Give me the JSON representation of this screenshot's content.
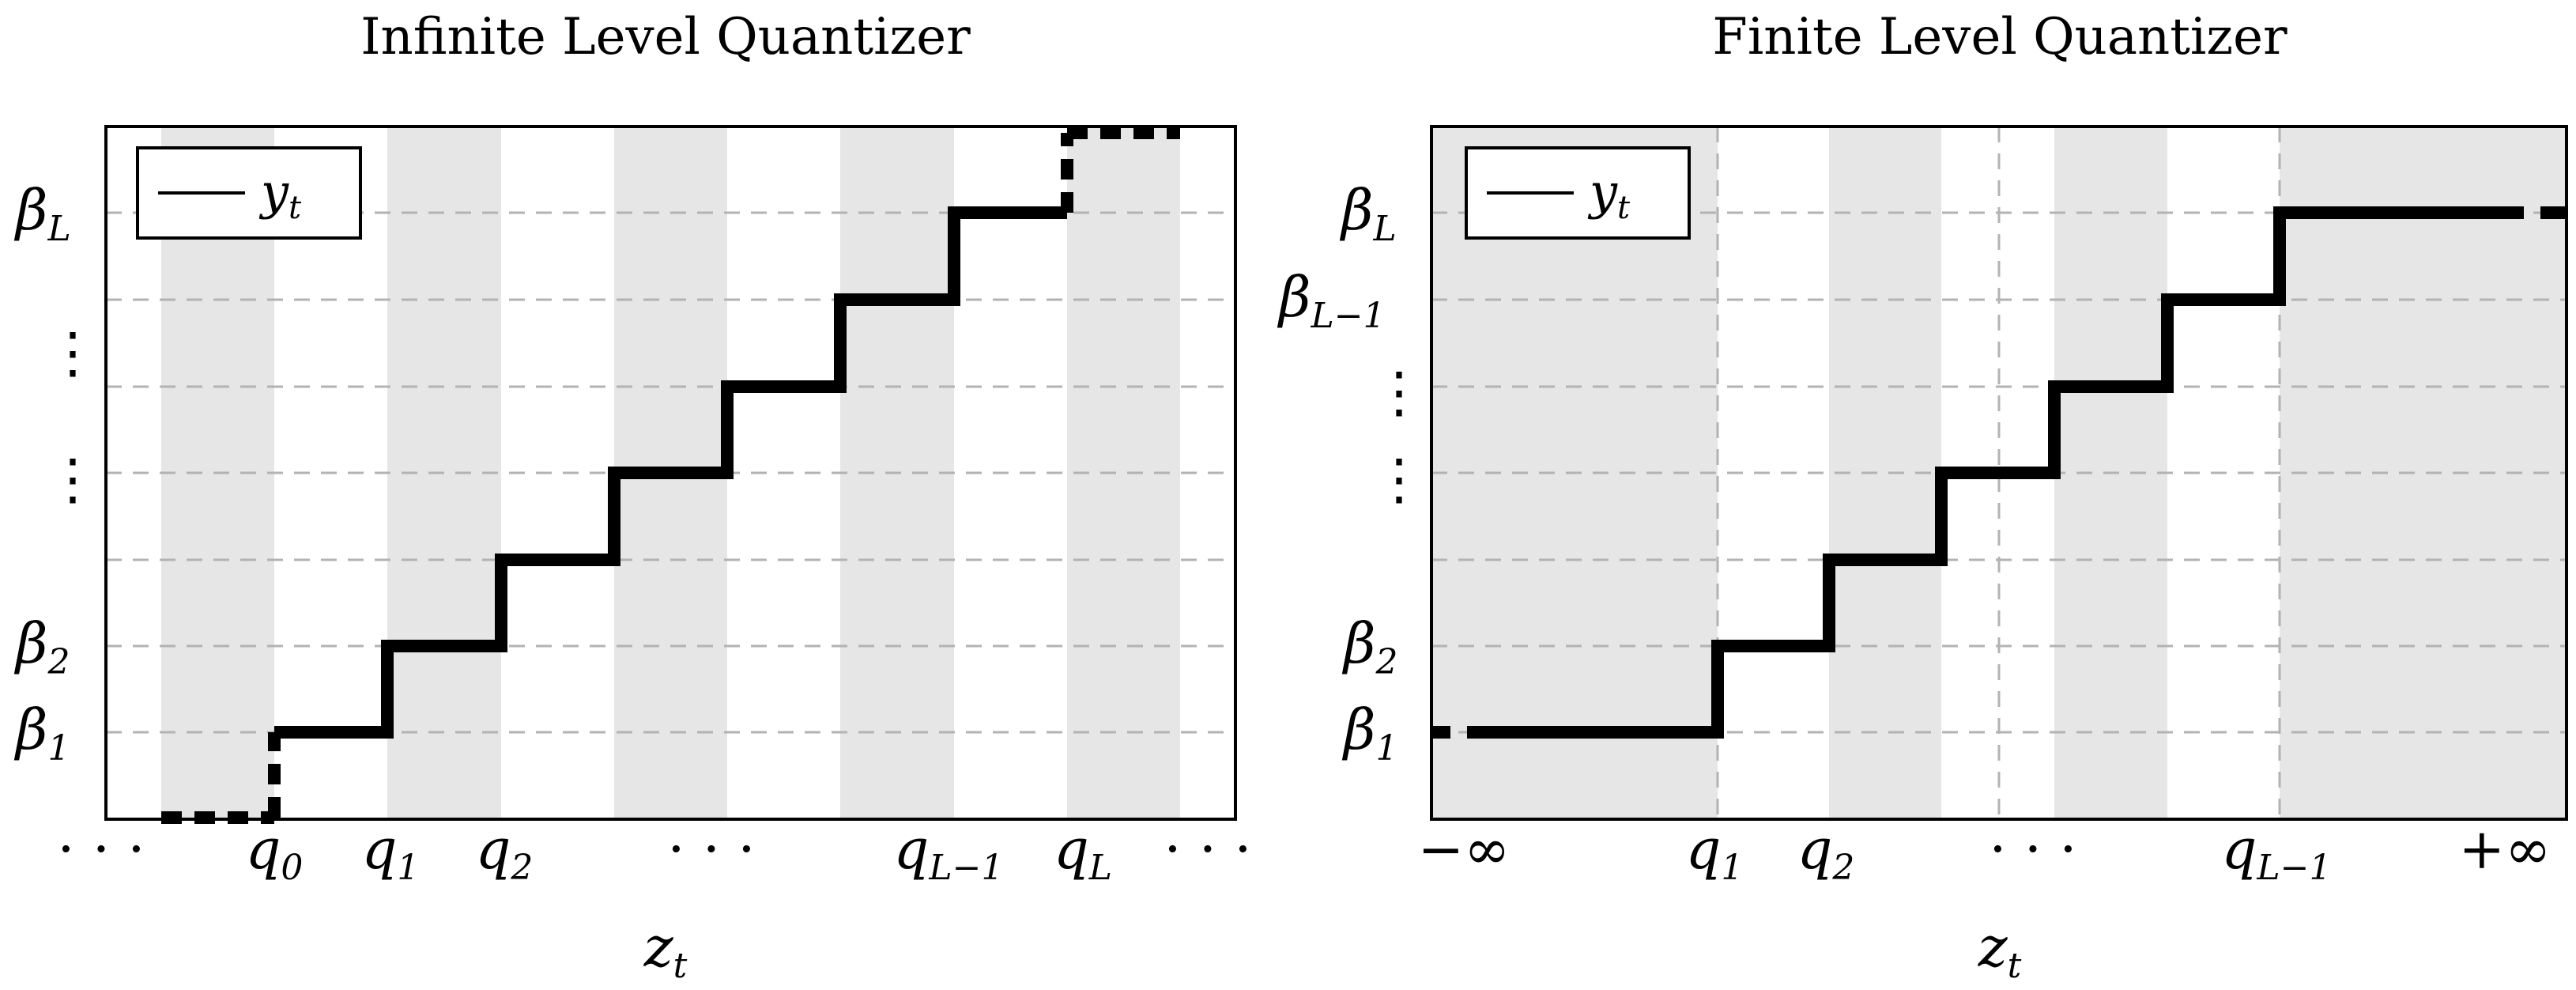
{
  "panels": [
    {
      "title": "Infinite Level Quantizer",
      "legend": {
        "symbol": "y",
        "subscript": "t"
      },
      "xlabel": {
        "symbol": "z",
        "subscript": "t"
      },
      "x_ticks": [
        {
          "main": "· · ·",
          "sub": ""
        },
        {
          "main": "q",
          "sub": "0"
        },
        {
          "main": "q",
          "sub": "1"
        },
        {
          "main": "q",
          "sub": "2"
        },
        {
          "main": "· · ·",
          "sub": ""
        },
        {
          "main": "q",
          "sub": "L−1"
        },
        {
          "main": "q",
          "sub": "L"
        },
        {
          "main": "· · ·",
          "sub": ""
        }
      ],
      "y_ticks": [
        {
          "main": "β",
          "sub": "L"
        },
        {
          "main": "β",
          "sub": "2"
        },
        {
          "main": "β",
          "sub": "1"
        }
      ],
      "y_ellipsis": "⋮"
    },
    {
      "title": "Finite Level Quantizer",
      "legend": {
        "symbol": "y",
        "subscript": "t"
      },
      "xlabel": {
        "symbol": "z",
        "subscript": "t"
      },
      "x_ticks": [
        {
          "main": "−∞",
          "sub": ""
        },
        {
          "main": "q",
          "sub": "1"
        },
        {
          "main": "q",
          "sub": "2"
        },
        {
          "main": "· · ·",
          "sub": ""
        },
        {
          "main": "q",
          "sub": "L−1"
        },
        {
          "main": "+∞",
          "sub": ""
        }
      ],
      "y_ticks": [
        {
          "main": "β",
          "sub": "L"
        },
        {
          "main": "β",
          "sub": "L−1"
        },
        {
          "main": "β",
          "sub": "2"
        },
        {
          "main": "β",
          "sub": "1"
        }
      ],
      "y_ellipsis": "⋮"
    }
  ],
  "colors": {
    "shade": "#e6e6e6",
    "grid": "#b3b3b3",
    "line": "#000000"
  }
}
